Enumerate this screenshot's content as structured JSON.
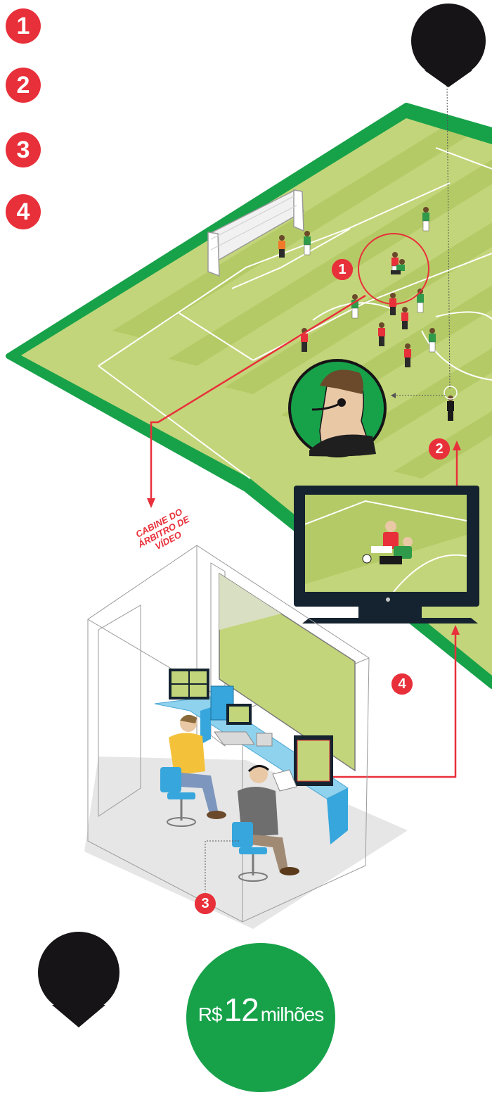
{
  "steps": [
    {
      "number": "1"
    },
    {
      "number": "2"
    },
    {
      "number": "3"
    },
    {
      "number": "4"
    }
  ],
  "booth_label": "CABINE DO ÁRBITRO DE VÍDEO",
  "cost": {
    "currency": "R$",
    "amount": "12",
    "unit": "milhões"
  },
  "colors": {
    "accent_red": "#e8303a",
    "field_green": "#c3d57a",
    "field_stripe": "#b4ca66",
    "border_green": "#17a24a",
    "marker_black": "#161416",
    "monitor_dark": "#14232f",
    "desk_blue": "#8fd2ee",
    "booth_floor": "#e6e6e6"
  },
  "icons": [
    "location-pin-icon",
    "referee-headset-icon",
    "arrow-icon"
  ]
}
